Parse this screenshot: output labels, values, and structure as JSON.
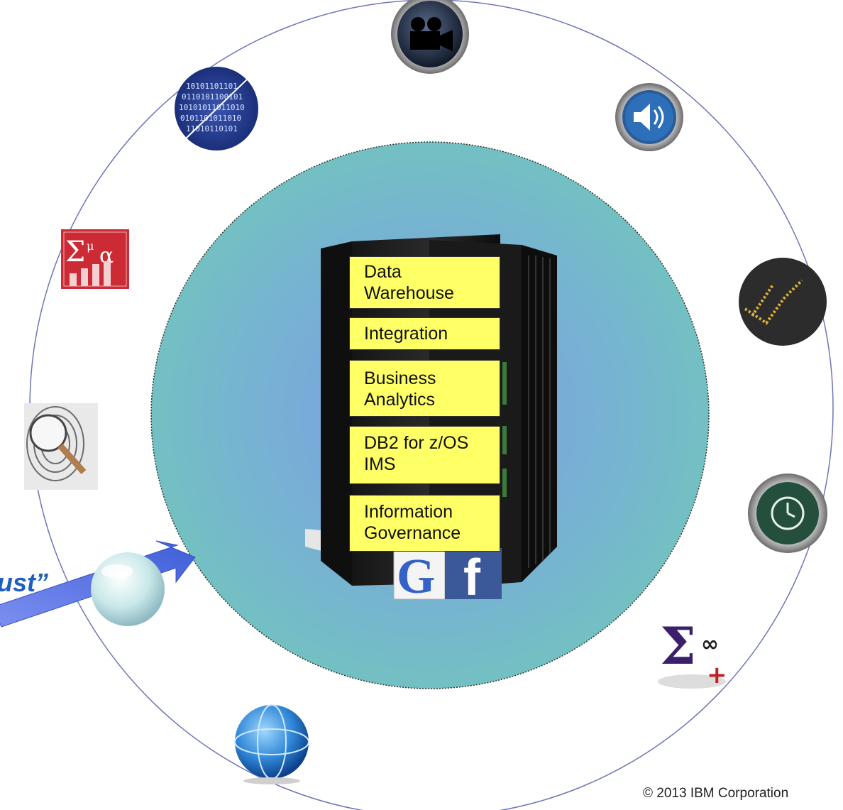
{
  "stack": {
    "boxes": [
      {
        "line1": "Data",
        "line2": "Warehouse"
      },
      {
        "line1": "Integration",
        "line2": ""
      },
      {
        "line1": "Business",
        "line2": "Analytics"
      },
      {
        "line1": "DB2 for z/OS",
        "line2": "IMS"
      },
      {
        "line1": "Information",
        "line2": "Governance"
      }
    ]
  },
  "callout": {
    "text": "ust”"
  },
  "footer": {
    "copyright": "© 2013 IBM Corporation"
  },
  "icons": [
    "video-camera-icon",
    "speaker-icon",
    "trend-chart-icon",
    "time-machine-icon",
    "sigma-infinity-icon",
    "social-media-icon",
    "globe-icon",
    "glass-sphere-icon",
    "fingerprint-magnifier-icon",
    "math-chart-icon",
    "binary-data-icon"
  ],
  "colors": {
    "core": "#74bcc4",
    "core_center": "#7aa3e0",
    "ring": "#6f74b8",
    "arrow": "#5b74e0",
    "box": "#ffff66"
  }
}
